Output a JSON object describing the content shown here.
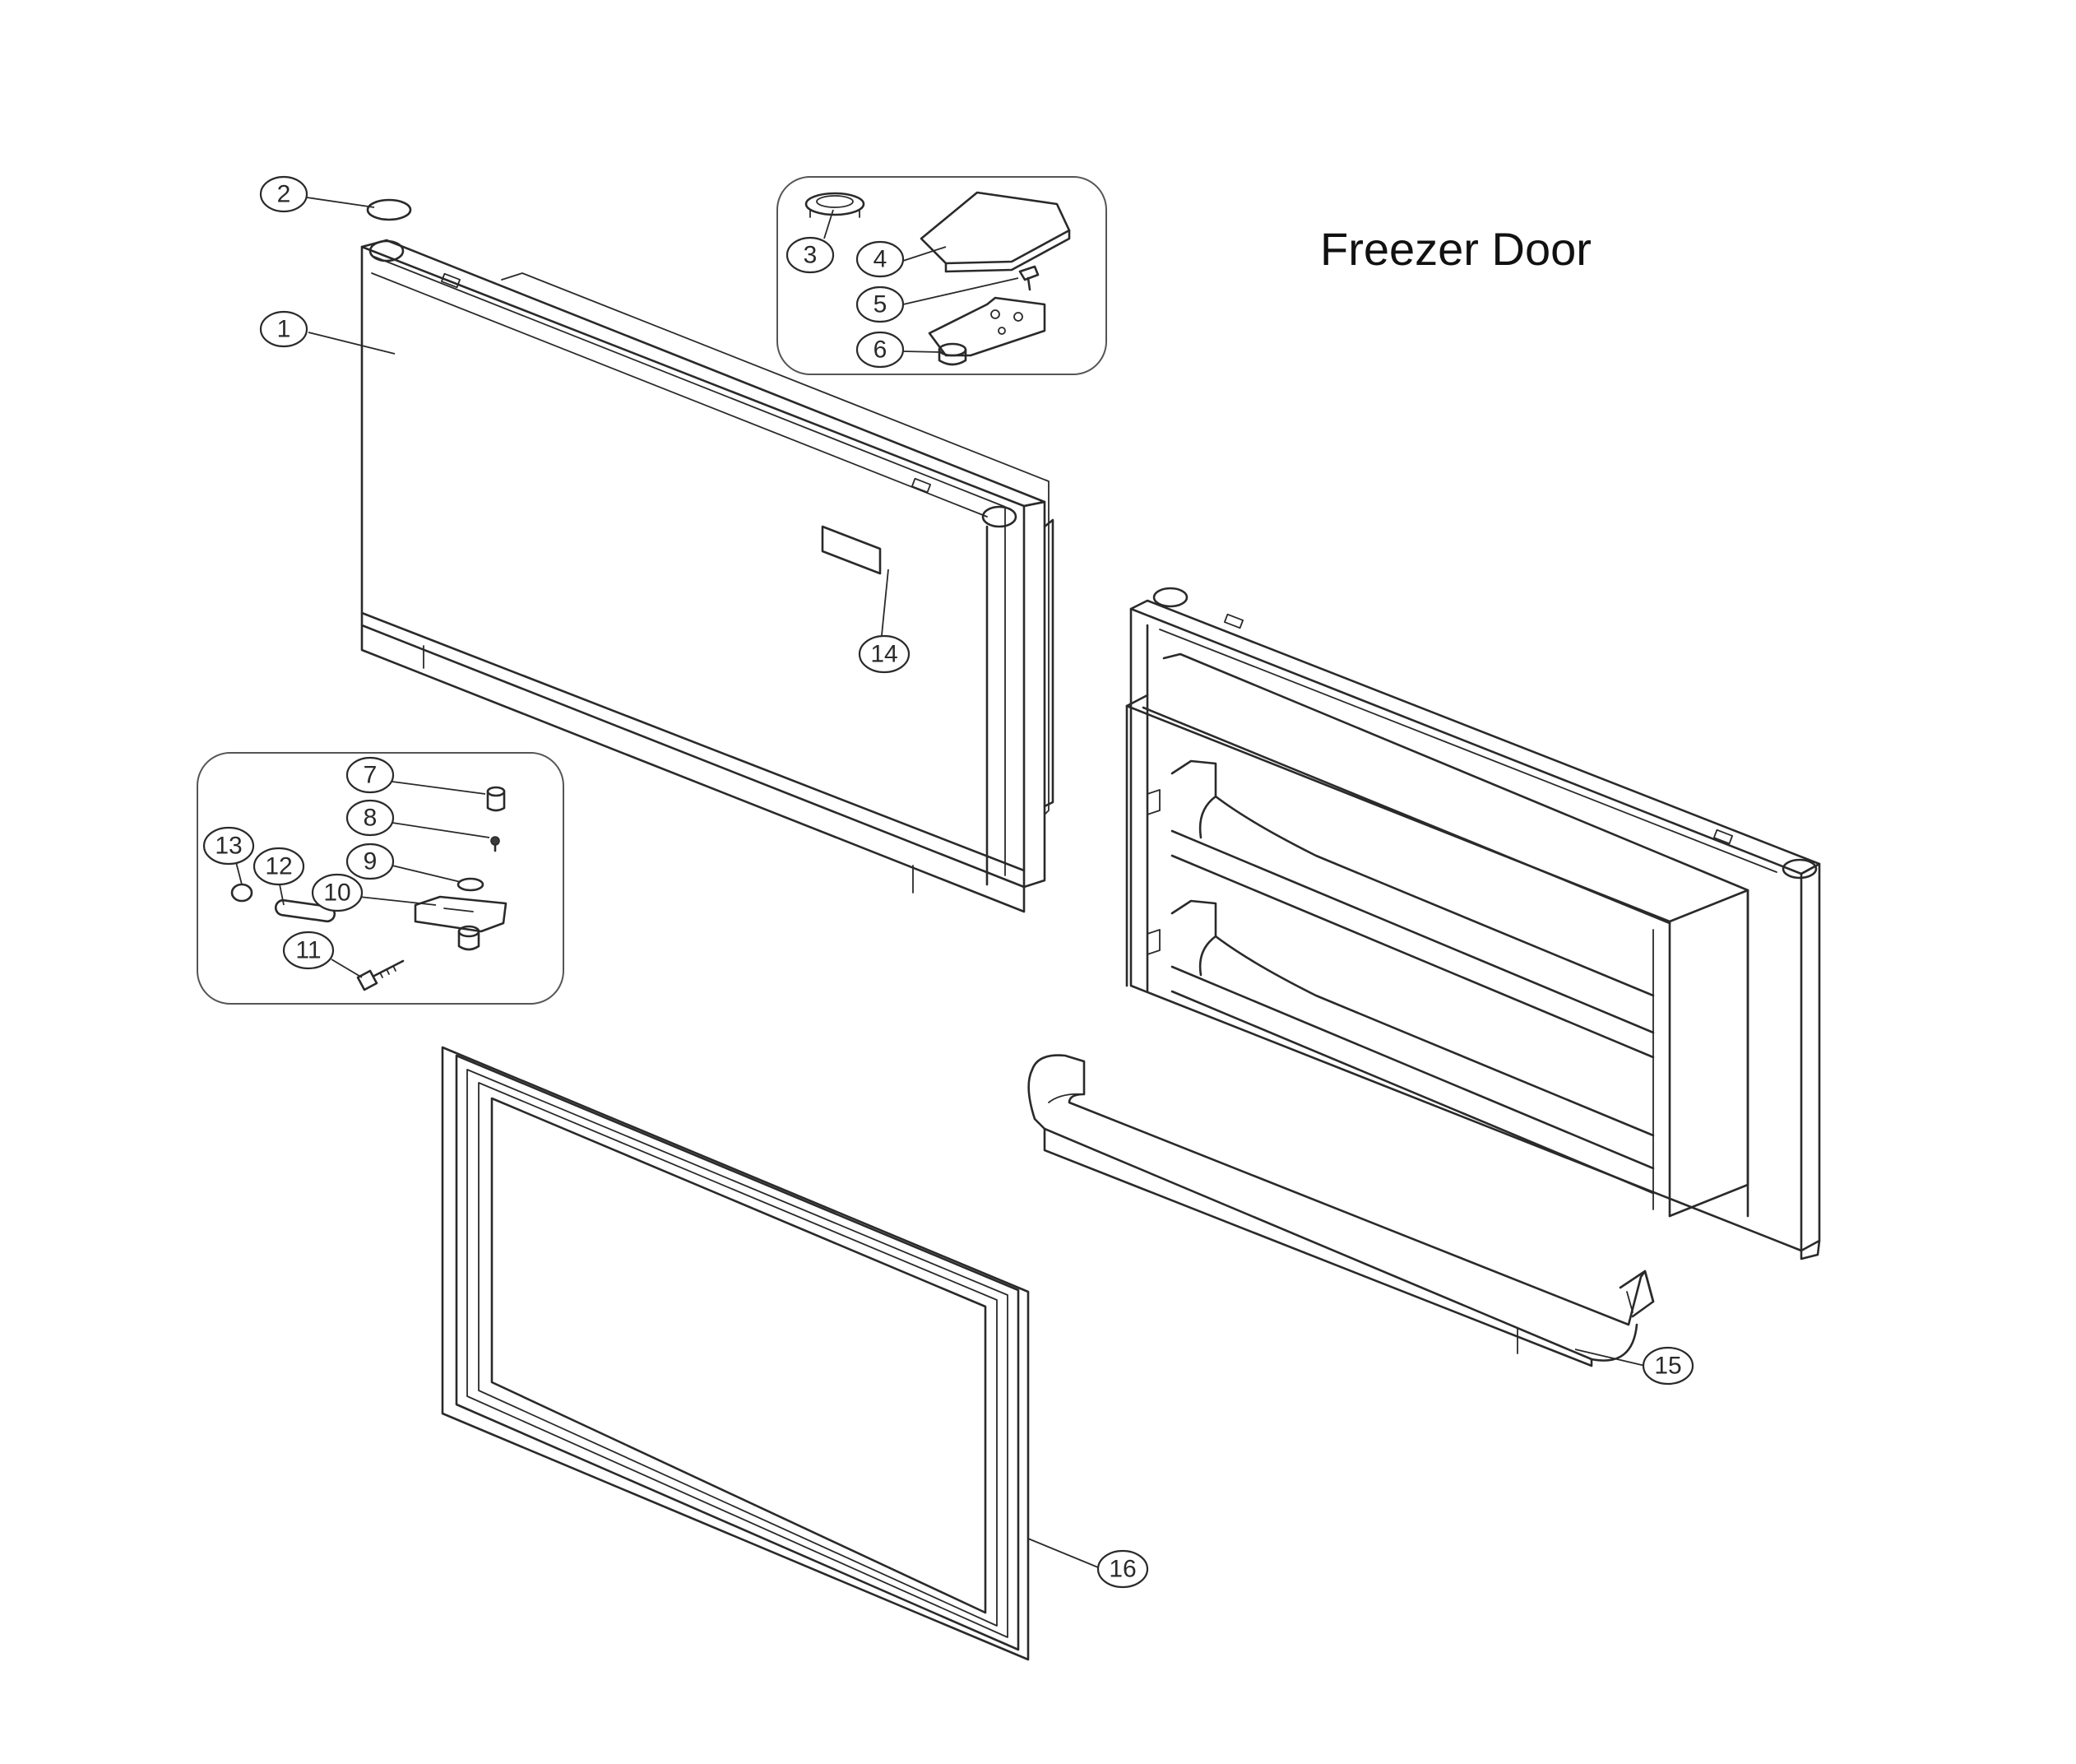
{
  "diagram": {
    "title": "Freezer Door",
    "callouts": {
      "c1": "1",
      "c2": "2",
      "c3": "3",
      "c4": "4",
      "c5": "5",
      "c6": "6",
      "c7": "7",
      "c8": "8",
      "c9": "9",
      "c10": "10",
      "c11": "11",
      "c12": "12",
      "c13": "13",
      "c14": "14",
      "c15": "15",
      "c16": "16"
    }
  }
}
